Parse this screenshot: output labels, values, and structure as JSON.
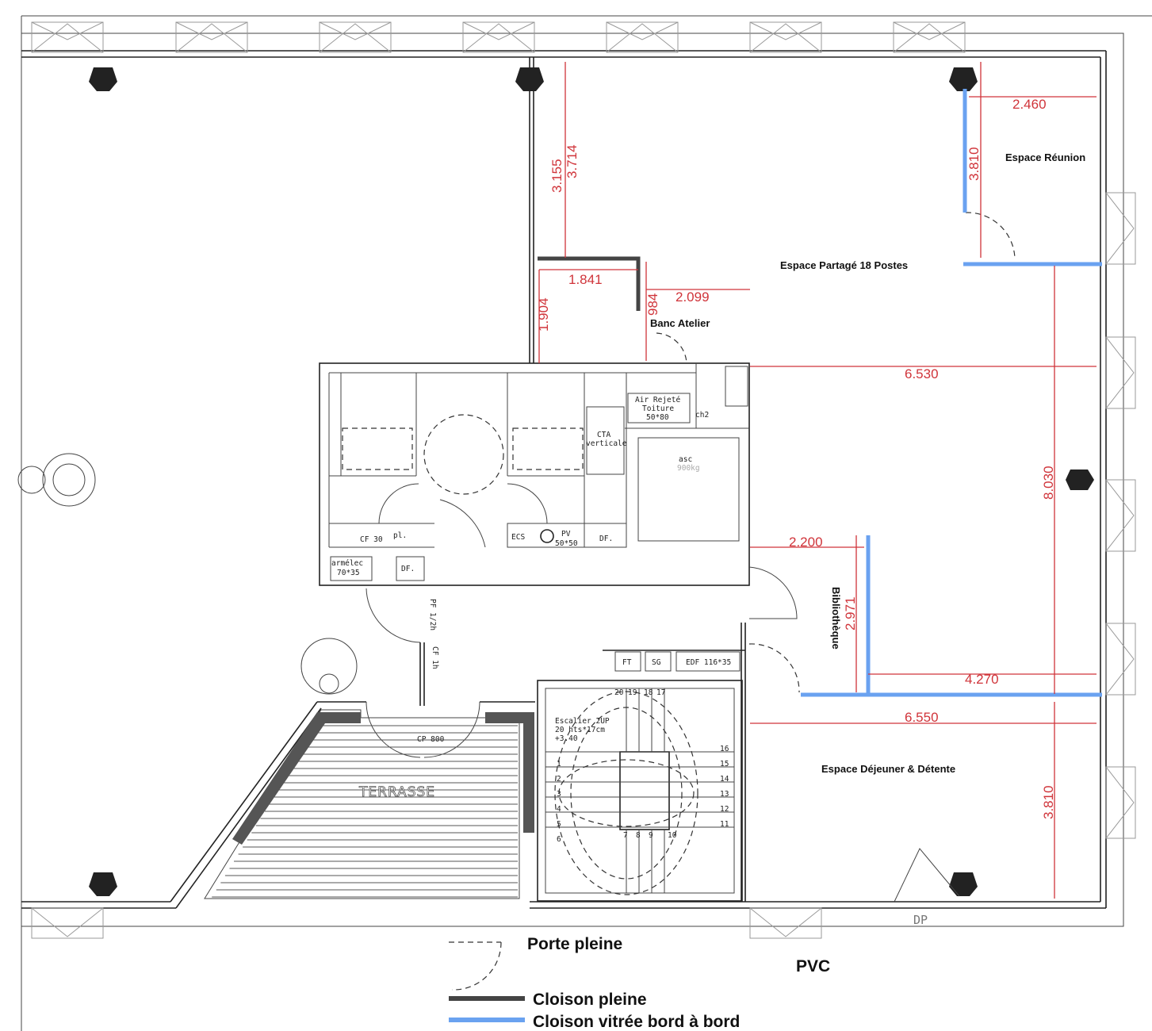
{
  "rooms": {
    "reunion": "Espace Réunion",
    "partage": "Espace Partagé 18 Postes",
    "banc": "Banc Atelier",
    "bibliotheque": "Bibliothèque",
    "dejeuner": "Espace Déjeuner & Détente",
    "terrasse": "TERRASSE"
  },
  "dimensions": {
    "d3714": "3.714",
    "d3155": "3.155",
    "d1904": "1.904",
    "d1841": "1.841",
    "d2099": "2.099",
    "d984": "984",
    "d6530": "6.530",
    "d2460": "2.460",
    "d3810a": "3.810",
    "d8030": "8.030",
    "d2200": "2.200",
    "d2971": "2.971",
    "d4270": "4.270",
    "d6550": "6.550",
    "d3810b": "3.810"
  },
  "core_labels": {
    "air_1": "Air Rejeté",
    "air_2": "Toiture",
    "air_3": "50*80",
    "cta_1": "CTA",
    "cta_2": "verticale",
    "asc_1": "asc",
    "asc_2": "900kg",
    "ch2": "ch2",
    "ecs": "ECS",
    "pv_1": "PV",
    "pv_2": "50*50",
    "df1": "DF.",
    "df2": "DF.",
    "pl": "pl.",
    "cr": "CF 30",
    "armelec_1": "armélec",
    "armelec_2": "70*35",
    "pf": "PF 1/2h",
    "cf": "CF 1h",
    "cp": "CP 800",
    "ft": "FT",
    "sg": "SG",
    "edf": "EDF 116*35",
    "esc_1": "Escalier 2UP",
    "esc_2": "20 hts*17cm",
    "esc_3": "+3.40",
    "dp": "DP"
  },
  "stair_numbers": [
    "1",
    "2",
    "3",
    "4",
    "5",
    "6",
    "7",
    "8",
    "9",
    "10",
    "11",
    "12",
    "13",
    "14",
    "15",
    "16",
    "17",
    "18",
    "19",
    "20"
  ],
  "legend": {
    "porte_pleine": "Porte pleine",
    "pvc": "PVC",
    "cloison_pleine": "Cloison pleine",
    "cloison_vitree": "Cloison vitrée bord à bord"
  },
  "colors": {
    "dimension": "#d0343a",
    "glass_partition": "#6aa2f0",
    "solid_partition": "#444444"
  }
}
